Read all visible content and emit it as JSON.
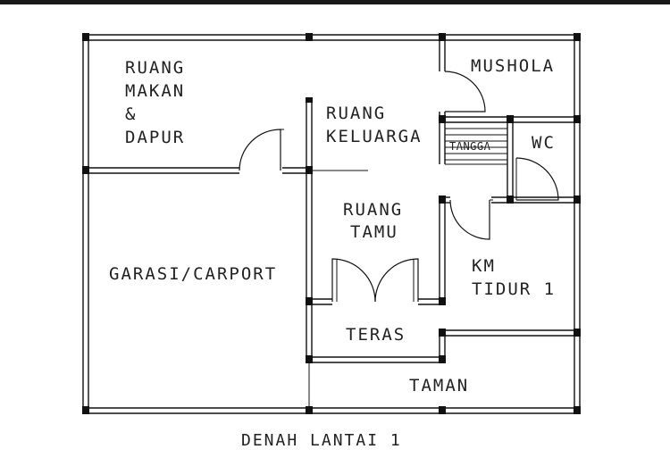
{
  "title": "DENAH LANTAI 1",
  "rooms": {
    "ruang_makan": [
      "RUANG",
      "MAKAN",
      "&",
      "DAPUR"
    ],
    "ruang_keluarga": [
      "RUANG",
      "KELUARGA"
    ],
    "mushola": "MUSHOLA",
    "tangga": "TANGGA",
    "wc": "WC",
    "ruang_tamu": [
      "RUANG",
      "TAMU"
    ],
    "garasi": "GARASI/CARPORT",
    "km_tidur": [
      "KM",
      "TIDUR 1"
    ],
    "teras": "TERAS",
    "taman": "TAMAN"
  },
  "colors": {
    "line": "#111111",
    "text": "#222222",
    "background": "#ffffff",
    "top_bar": "#1a1a1a"
  }
}
